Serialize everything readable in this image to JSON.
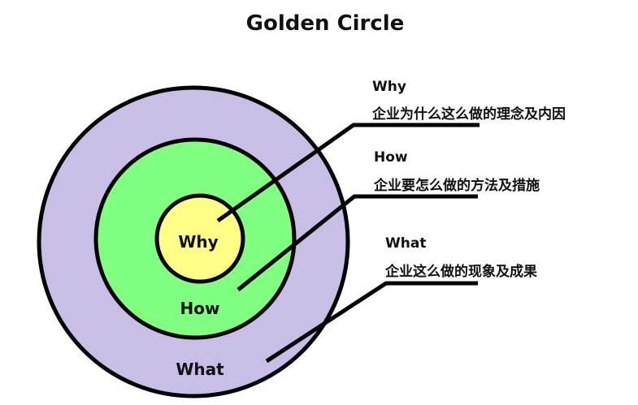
{
  "title": "Golden Circle",
  "circles": {
    "why": {
      "label": "Why",
      "color": "#FFFF88"
    },
    "how": {
      "label": "How",
      "color": "#80FF80"
    },
    "what": {
      "label": "What",
      "color": "#C8BEE6"
    }
  },
  "callouts": [
    {
      "heading": "Why",
      "description": "企业为什么这么做的理念及内因"
    },
    {
      "heading": "How",
      "description": "企业要怎么做的方法及措施"
    },
    {
      "heading": "What",
      "description": "企业这么做的现象及成果"
    }
  ],
  "stroke_color": "#000000"
}
